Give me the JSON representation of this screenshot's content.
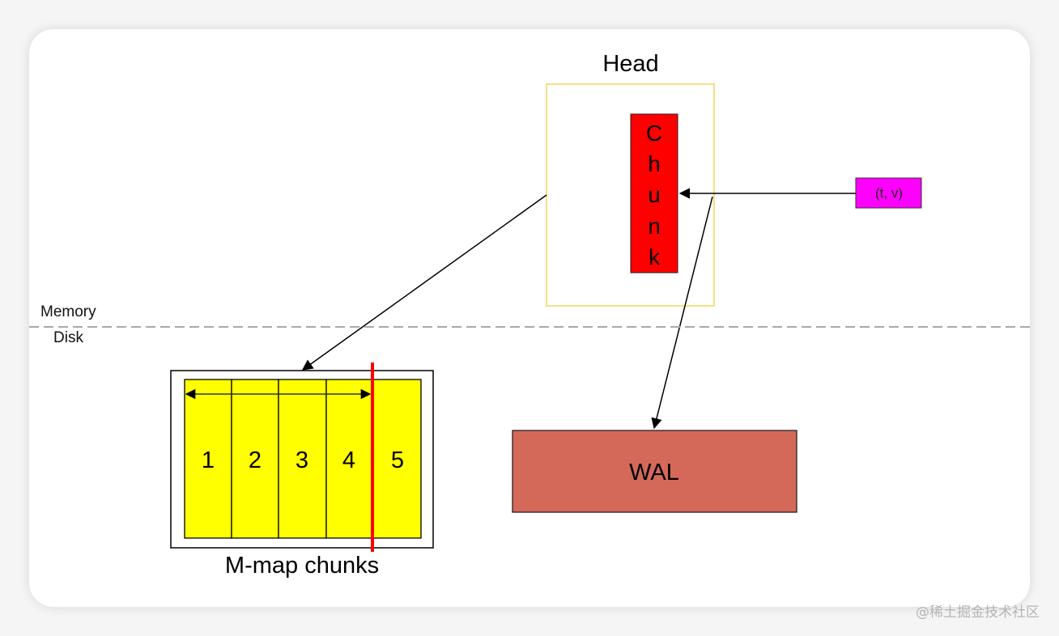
{
  "head": {
    "title": "Head",
    "chunk_label": [
      "C",
      "h",
      "u",
      "n",
      "k"
    ]
  },
  "sample": {
    "label": "(t, v)"
  },
  "boundary": {
    "upper": "Memory",
    "lower": "Disk"
  },
  "mmap": {
    "cells": [
      "1",
      "2",
      "3",
      "4",
      "5"
    ],
    "caption": "M-map chunks"
  },
  "wal": {
    "label": "WAL"
  },
  "watermark": "@稀土掘金技术社区",
  "colors": {
    "chunk_fill": "#ff0000",
    "head_border": "#f6d565",
    "sample_fill": "#ff00ff",
    "mmap_cell_fill": "#ffff00",
    "wal_fill": "#d4695a",
    "marker_line": "#ff0000"
  }
}
